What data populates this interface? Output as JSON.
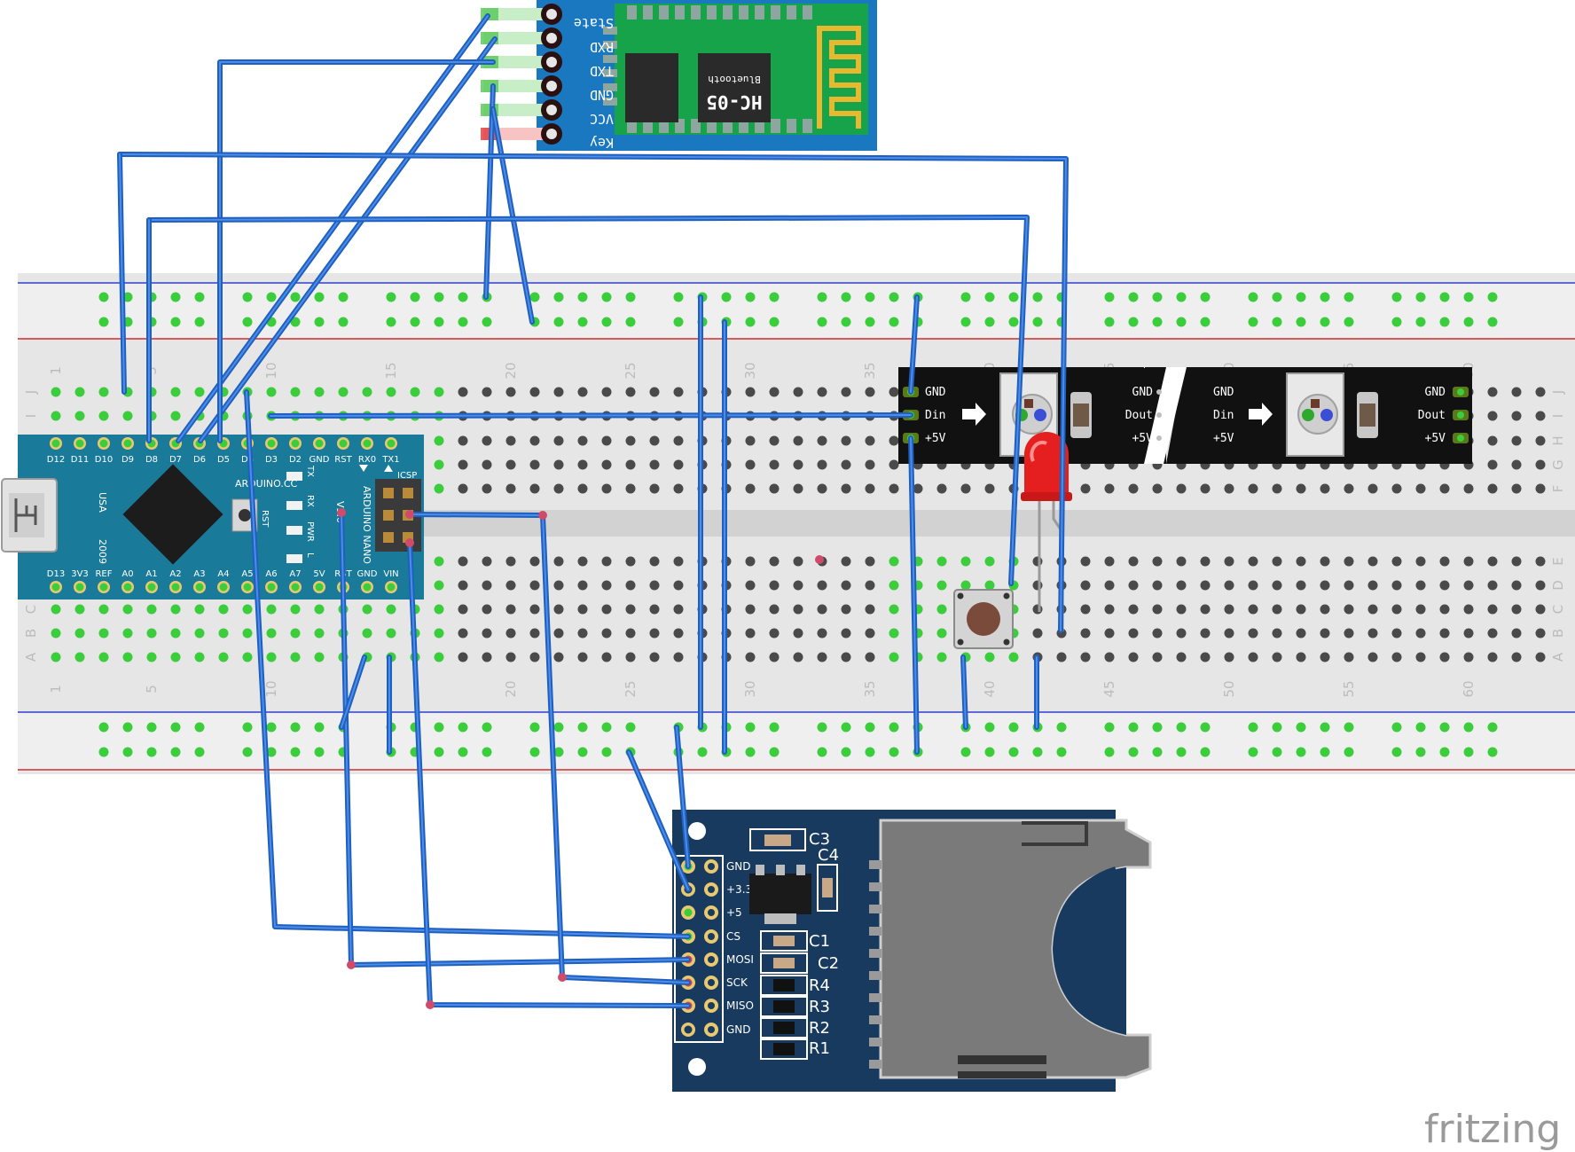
{
  "colors": {
    "breadboard": "#e6e6e6",
    "rail_blue": "#2f3fd0",
    "rail_red": "#d02b2b",
    "hole_dark": "#4a4a4a",
    "hole_green": "#3ccd3c",
    "wire": "#1f5fbf",
    "arduino_board": "#1a7a9a",
    "bt_board": "#1978c0",
    "bt_pcb": "#16a34a",
    "sd_board": "#173a5e",
    "led_red": "#e51f1f",
    "strip_black": "#111111"
  },
  "breadboard": {
    "col_numbers_top": [
      "1",
      "5",
      "10",
      "15",
      "20",
      "25",
      "30",
      "35",
      "40",
      "45",
      "50",
      "55",
      "60"
    ],
    "col_numbers_bottom": [
      "1",
      "5",
      "10",
      "20",
      "25",
      "30",
      "35",
      "40",
      "45",
      "50",
      "55",
      "60"
    ],
    "row_letters_top": [
      "J",
      "I",
      "H",
      "G",
      "F"
    ],
    "row_letters_bottom": [
      "E",
      "D",
      "C",
      "B",
      "A"
    ]
  },
  "bluetooth": {
    "pins": [
      "State",
      "RXD",
      "TXD",
      "GND",
      "VCC",
      "Key"
    ],
    "chip_label": "HC-05",
    "chip_sublabel": "Bluetooth"
  },
  "arduino": {
    "top_pins": [
      "D12",
      "D11",
      "D10",
      "D9",
      "D8",
      "D7",
      "D6",
      "D5",
      "D4",
      "D3",
      "D2",
      "GND",
      "RST",
      "RX0",
      "TX1"
    ],
    "bottom_pins": [
      "D13",
      "3V3",
      "REF",
      "A0",
      "A1",
      "A2",
      "A3",
      "A4",
      "A5",
      "A6",
      "A7",
      "5V",
      "RST",
      "GND",
      "VIN"
    ],
    "labels": {
      "usa": "USA",
      "year": "2009",
      "website": "ARDUINO.CC",
      "model": "ARDUINO NANO",
      "version": "V3.0",
      "icsp": "ICSP",
      "rst": "RST",
      "tx": "TX",
      "rx": "RX",
      "pwr": "PWR",
      "l": "L"
    }
  },
  "led_strip": {
    "left_pins": [
      "GND",
      "Din",
      "+5V"
    ],
    "mid_out": [
      "GND",
      "Dout",
      "+5V"
    ],
    "mid_in": [
      "GND",
      "Din",
      "+5V"
    ],
    "right_pins": [
      "GND",
      "Dout",
      "+5V"
    ]
  },
  "sd_module": {
    "pins": [
      "GND",
      "+3.3",
      "+5",
      "CS",
      "MOSI",
      "SCK",
      "MISO",
      "GND"
    ],
    "components": [
      "C3",
      "C4",
      "C1",
      "C2",
      "R4",
      "R3",
      "R2",
      "R1"
    ]
  },
  "watermark": "fritzing"
}
